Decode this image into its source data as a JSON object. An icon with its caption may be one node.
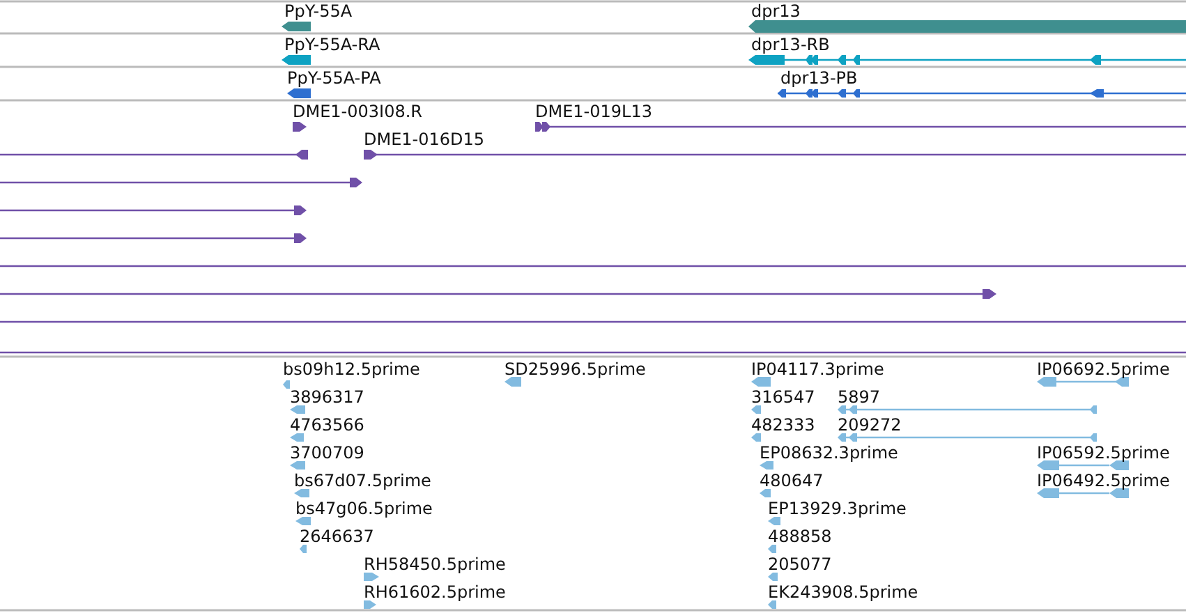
{
  "diagram": {
    "labels": [
      "PpY-55A",
      "dpr13",
      "PpY-55A-RA",
      "dpr13-RB",
      "PpY-55A-PA",
      "dpr13-PB",
      "DME1-003I08.R",
      "DME1-019L13",
      "DME1-016D15",
      "bs09h12.5prime",
      "SD25996.5prime",
      "IP04117.3prime",
      "IP06692.5prime",
      "3896317",
      "316547",
      "5897",
      "4763566",
      "482333",
      "209272",
      "3700709",
      "EP08632.3prime",
      "IP06592.5prime",
      "bs67d07.5prime",
      "480647",
      "IP06492.5prime",
      "bs47g06.5prime",
      "EP13929.3prime",
      "2646637",
      "488858",
      "RH58450.5prime",
      "205077",
      "RH61602.5prime",
      "EK243908.5prime"
    ]
  }
}
